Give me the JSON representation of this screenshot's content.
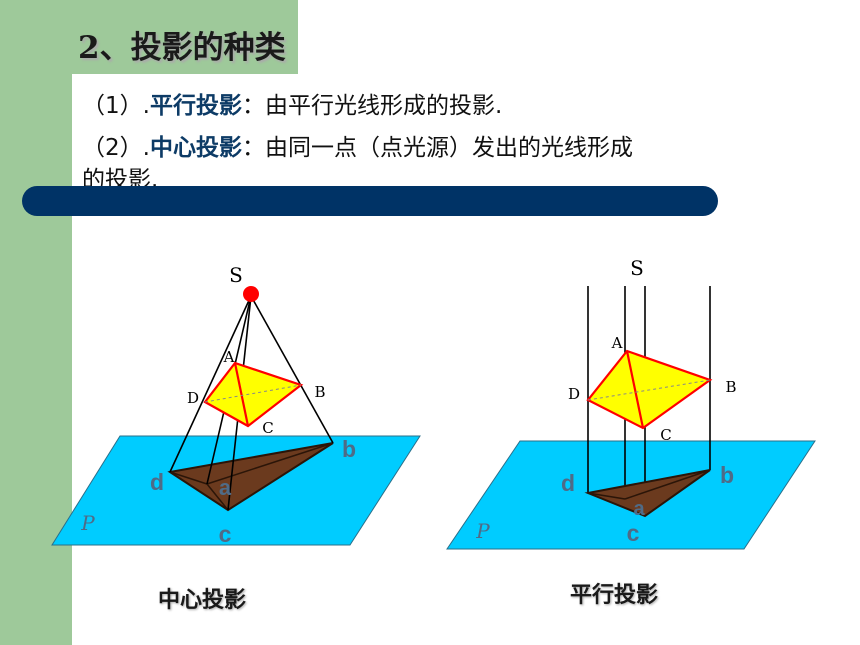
{
  "title": "2、投影的种类",
  "items": [
    {
      "prefix": "（1）.",
      "term": "平行投影",
      "rest": "：由平行光线形成的投影."
    },
    {
      "prefix": "（2）.",
      "term": "中心投影",
      "rest": "：由同一点（点光源）发出的光线形成",
      "cont": "的投影."
    }
  ],
  "central": {
    "caption": "中心投影",
    "labels": {
      "S": "S",
      "A": "A",
      "B": "B",
      "C": "C",
      "D": "D",
      "a": "a",
      "b": "b",
      "c": "c",
      "d": "d",
      "P": "P"
    }
  },
  "parallel": {
    "caption": "平行投影",
    "labels": {
      "S": "S",
      "A": "A",
      "B": "B",
      "C": "C",
      "D": "D",
      "a": "a",
      "b": "b",
      "c": "c",
      "d": "d",
      "P": "P"
    }
  },
  "colors": {
    "side": "#9ec99a",
    "bar": "#003366",
    "plane": "#00ccff",
    "shadow": "#6b3a1e",
    "object": "#ffff00",
    "edge": "#ff0000",
    "light": "#ff0000",
    "projLabel": "#4f6b87"
  }
}
